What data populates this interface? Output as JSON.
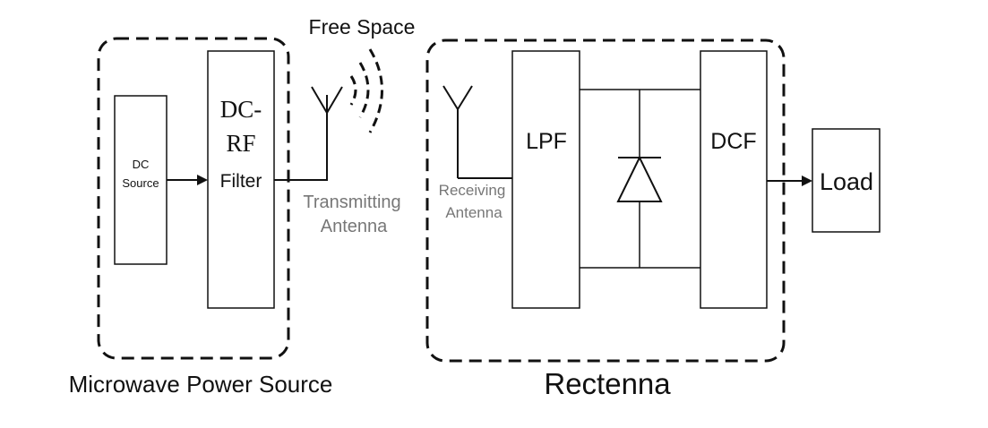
{
  "groups": {
    "source_group": "Microwave Power Source",
    "rectenna_group": "Rectenna"
  },
  "blocks": {
    "dc_source_line1": "DC",
    "dc_source_line2": "Source",
    "dcrf_line1": "DC-",
    "dcrf_line2": "RF",
    "dcrf_line3": "Filter",
    "lpf": "LPF",
    "dcf": "DCF",
    "load": "Load"
  },
  "labels": {
    "free_space": "Free Space",
    "tx_line1": "Transmitting",
    "tx_line2": "Antenna",
    "rx_line1": "Receiving",
    "rx_line2": "Antenna"
  },
  "colors": {
    "stroke": "#111111",
    "text": "#111111",
    "muted_text": "#777777"
  }
}
